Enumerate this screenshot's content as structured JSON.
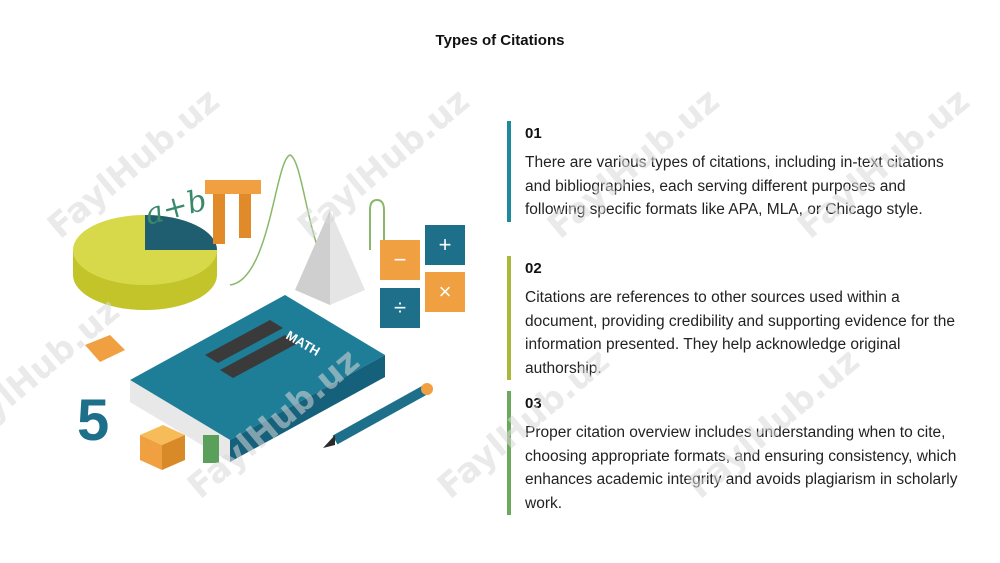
{
  "title": "Types of Citations",
  "items": [
    {
      "number": "01",
      "text": "There are various types of citations, including in-text citations and bibliographies, each serving different purposes and following specific formats like APA, MLA, or Chicago style.",
      "accent": "#1f8a9e"
    },
    {
      "number": "02",
      "text": "Citations are references to other sources used within a document, providing credibility and supporting evidence for the information presented. They help acknowledge original authorship.",
      "accent": "#a8b838"
    },
    {
      "number": "03",
      "text": "Proper citation overview includes understanding when to cite, choosing appropriate formats, and ensuring consistency, which enhances academic integrity and avoids plagiarism in scholarly work.",
      "accent": "#6aaa5a"
    }
  ],
  "illustration": {
    "book_label": "MATH",
    "formula": "a+b",
    "pi": "π",
    "digit": "5"
  },
  "watermark": "FaylHub.uz",
  "colors": {
    "teal": "#1e6f8a",
    "orange": "#f0a040",
    "lime": "#c8c830"
  }
}
